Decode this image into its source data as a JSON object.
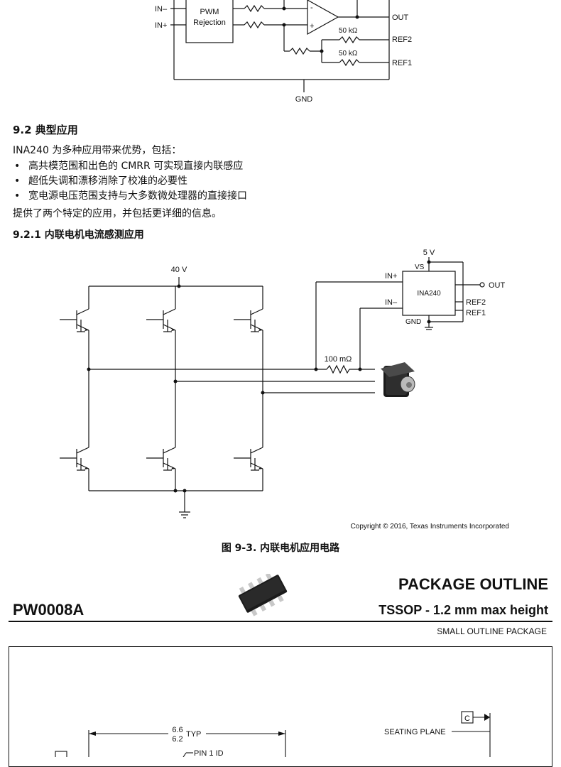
{
  "top_schematic": {
    "in_minus": "IN–",
    "in_plus": "IN+",
    "pwm_block": [
      "PWM",
      "Rejection"
    ],
    "out": "OUT",
    "r1": "50 kΩ",
    "r2": "50 kΩ",
    "ref2": "REF2",
    "ref1": "REF1",
    "gnd": "GND",
    "op_minus": "-",
    "op_plus": "+"
  },
  "section_9_2": {
    "title": "9.2 典型应用",
    "intro": "INA240 为多种应用带来优势，包括：",
    "bullets": [
      "高共模范围和出色的 CMRR 可实现直接内联感应",
      "超低失调和漂移消除了校准的必要性",
      "宽电源电压范围支持与大多数微处理器的直接接口"
    ],
    "outro": "提供了两个特定的应用，并包括更详细的信息。"
  },
  "section_9_2_1": {
    "title": "9.2.1 内联电机电流感测应用"
  },
  "motor_schematic": {
    "v40": "40 V",
    "v5": "5 V",
    "vs": "VS",
    "in_plus": "IN+",
    "in_minus": "IN–",
    "chip": "INA240",
    "out": "OUT",
    "ref2": "REF2",
    "ref1": "REF1",
    "gnd": "GND",
    "shunt": "100 mΩ",
    "copyright": "Copyright © 2016, Texas Instruments Incorporated"
  },
  "figure_caption": "图 9-3. 内联电机应用电路",
  "package": {
    "title": "PACKAGE OUTLINE",
    "part": "PW0008A",
    "subtitle": "TSSOP - 1.2 mm max height",
    "type": "SMALL OUTLINE PACKAGE",
    "dim_top": "6.6",
    "dim_bottom": "6.2",
    "dim_typ": "TYP",
    "datum_c": "C",
    "seating_plane": "SEATING PLANE",
    "pin1": "PIN 1 ID"
  }
}
